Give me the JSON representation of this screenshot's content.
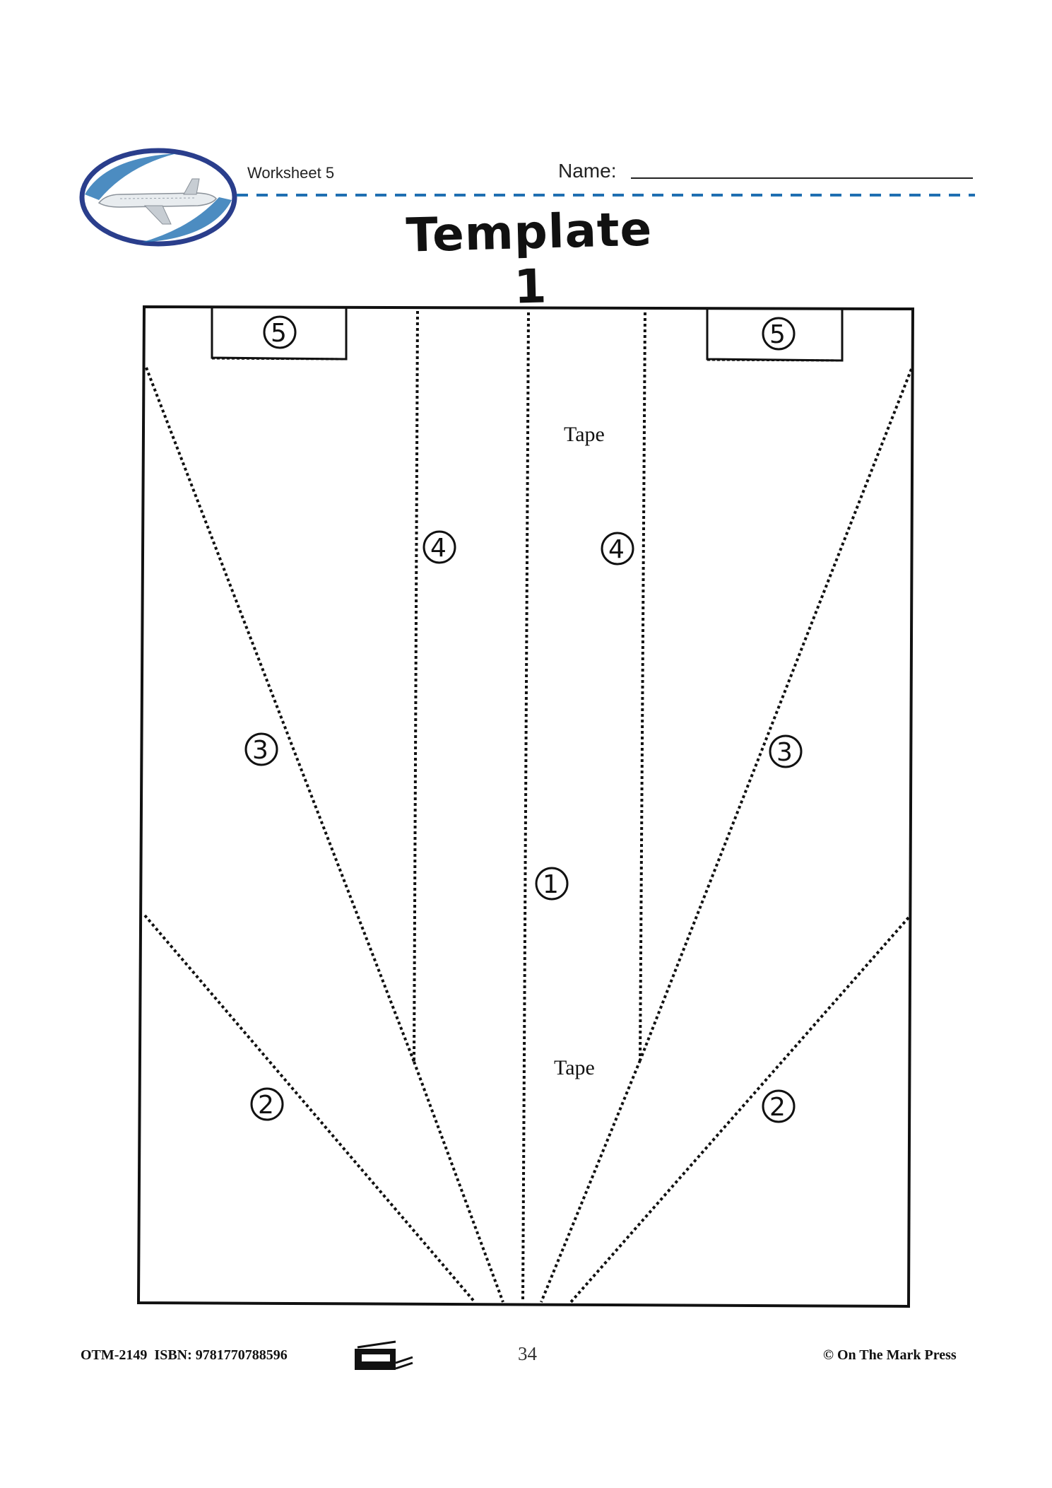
{
  "header": {
    "worksheet": "Worksheet 5",
    "name_label": "Name:",
    "title": "Template 1"
  },
  "template": {
    "tape_top": "Tape",
    "tape_bottom": "Tape",
    "markers": {
      "one": "①",
      "two": "②",
      "three": "③",
      "four": "④",
      "five": "⑤"
    }
  },
  "footer": {
    "code_isbn": "OTM-2149  ISBN: 9781770788596",
    "page_number": "34",
    "publisher": "© On The Mark Press"
  },
  "colors": {
    "accent_blue": "#1f6fb2",
    "logo_navy": "#2a3e8c",
    "ink": "#111111"
  },
  "icons": {
    "logo": "airplane-logo",
    "footer": "photocopier-icon"
  }
}
